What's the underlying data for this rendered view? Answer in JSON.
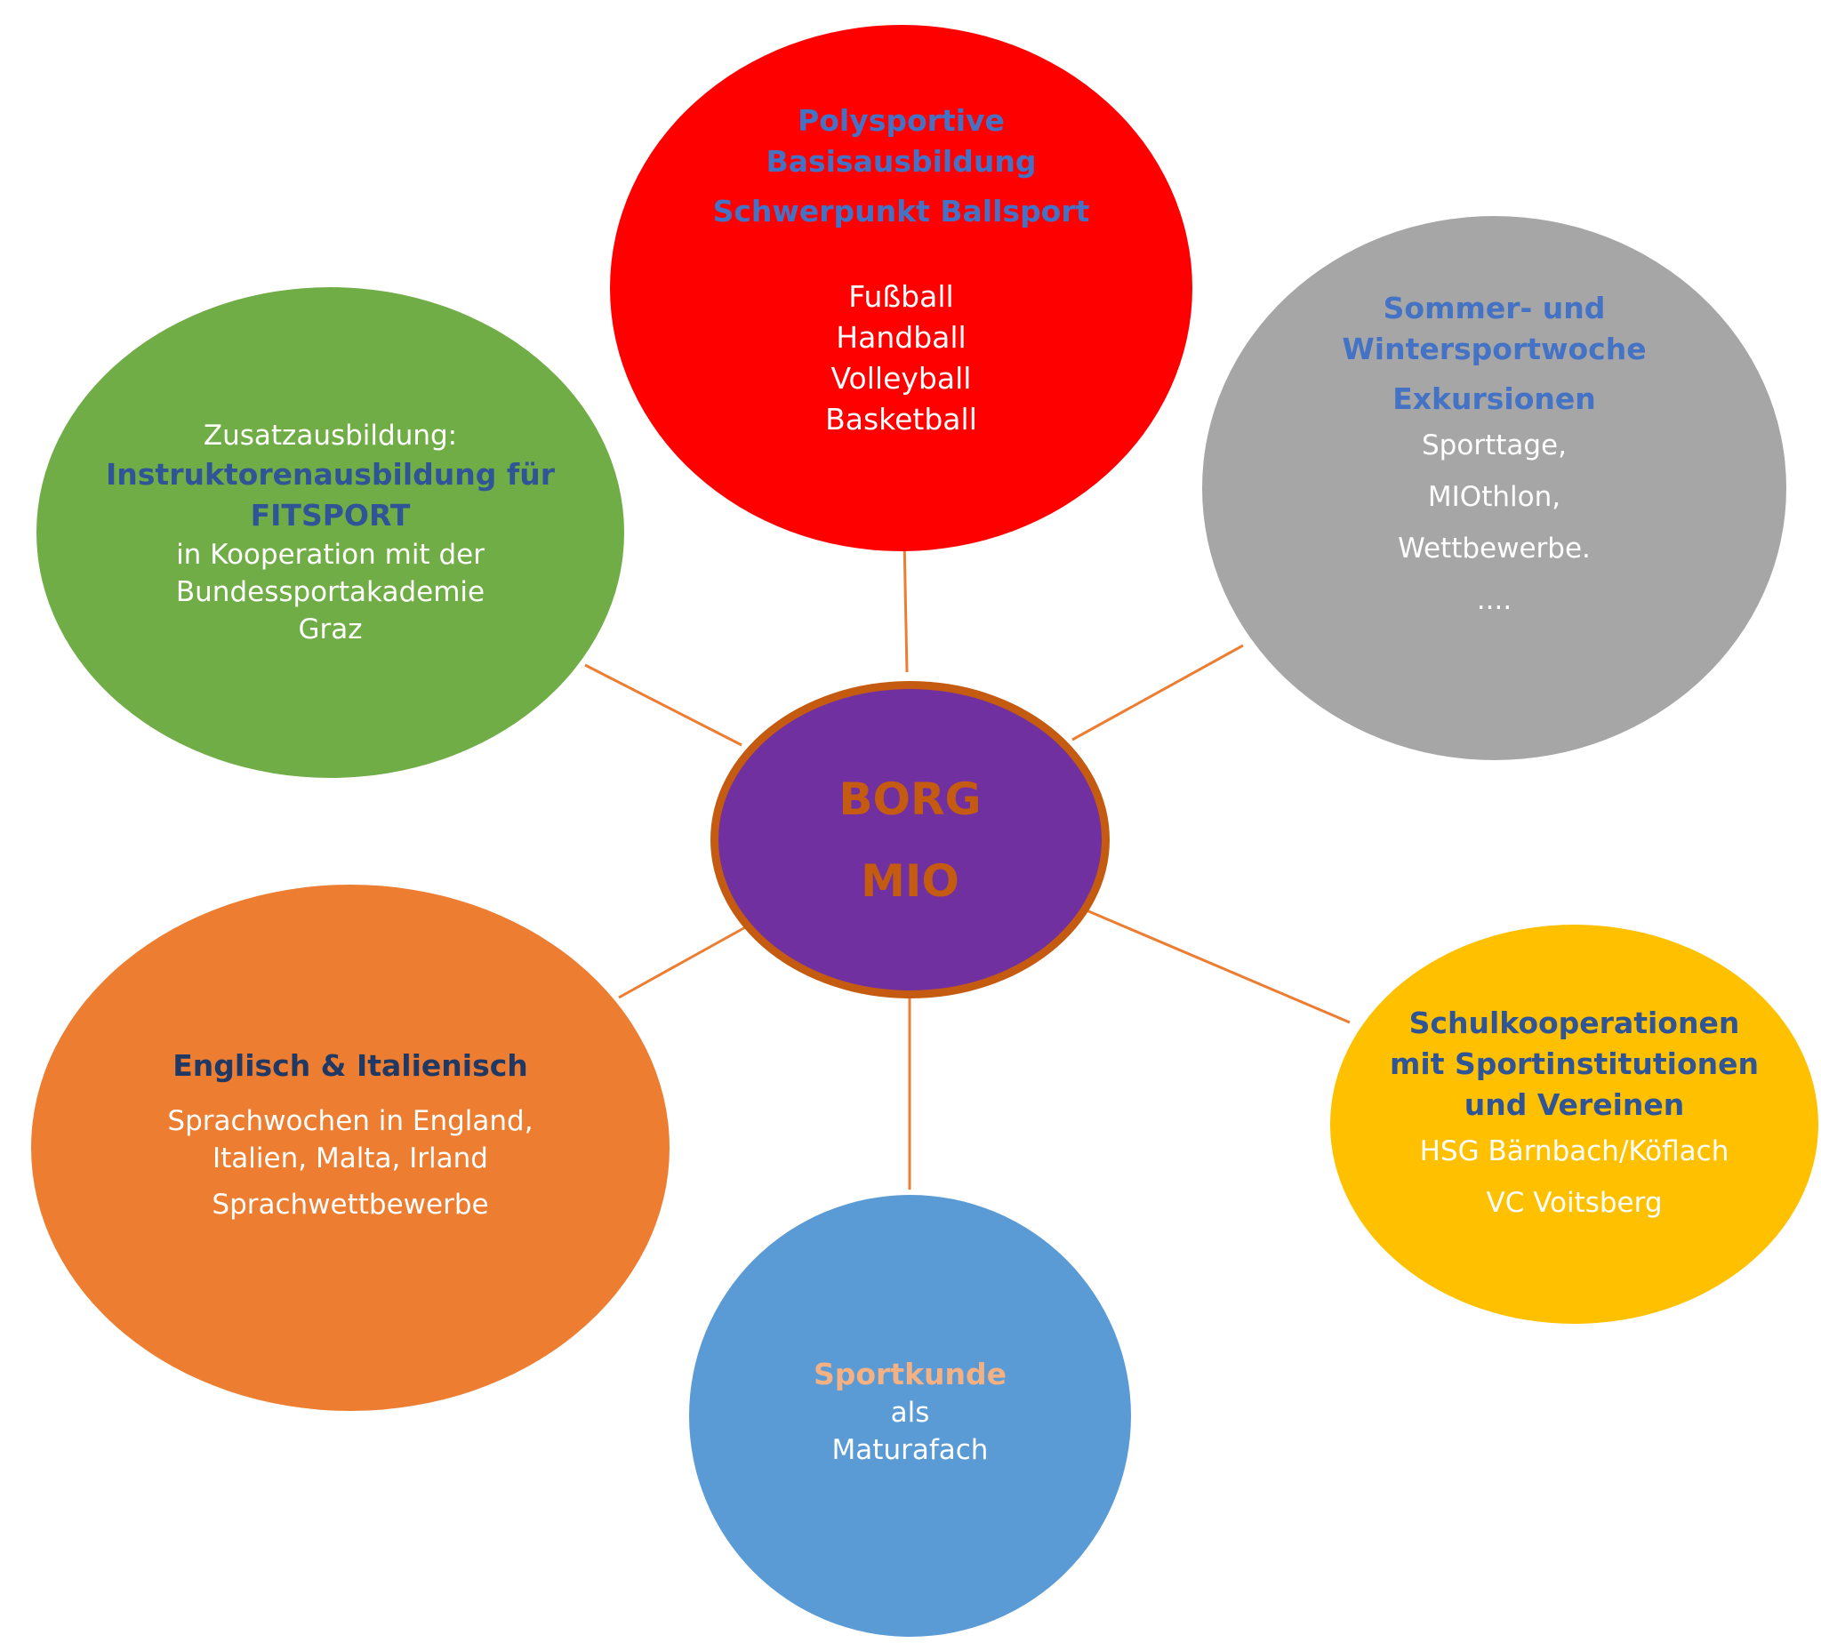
{
  "colors": {
    "center_fill": "#7030a0",
    "center_border": "#c55a11",
    "connector": "#ed7d31",
    "top_fill": "#ff0000",
    "right_fill": "#a6a6a6",
    "left_fill": "#70ad47",
    "lower_left_fill": "#ed7d31",
    "lower_right_fill": "#ffc000",
    "bottom_fill": "#5b9bd5",
    "heading_blue": "#4472c4"
  },
  "center": {
    "line1": "BORG",
    "line2": "MIO"
  },
  "top": {
    "heading1": "Polysportive",
    "heading2": "Basisausbildung",
    "heading3": "Schwerpunkt Ballsport",
    "items": [
      "Fußball",
      "Handball",
      "Volleyball",
      "Basketball"
    ]
  },
  "right": {
    "heading1": "Sommer- und",
    "heading2": "Wintersportwoche",
    "heading3": "Exkursionen",
    "items": [
      "Sporttage,",
      "MIOthlon,",
      "Wettbewerbe.",
      "...."
    ]
  },
  "left": {
    "intro": "Zusatzausbildung:",
    "heading1": "Instruktorenausbildung für",
    "heading2": "FITSPORT",
    "lines": [
      "in Kooperation mit der",
      "Bundessportakademie",
      "Graz"
    ]
  },
  "lower_left": {
    "heading": "Englisch & Italienisch",
    "lines": [
      "Sprachwochen in England,",
      "Italien, Malta, Irland"
    ],
    "extra": "Sprachwettbewerbe"
  },
  "lower_right": {
    "heading1": "Schulkooperationen",
    "heading2": "mit Sportinstitutionen",
    "heading3": "und Vereinen",
    "items": [
      "HSG Bärnbach/Köflach",
      "VC Voitsberg"
    ]
  },
  "bottom": {
    "heading": "Sportkunde",
    "lines": [
      "als",
      "Maturafach"
    ]
  }
}
